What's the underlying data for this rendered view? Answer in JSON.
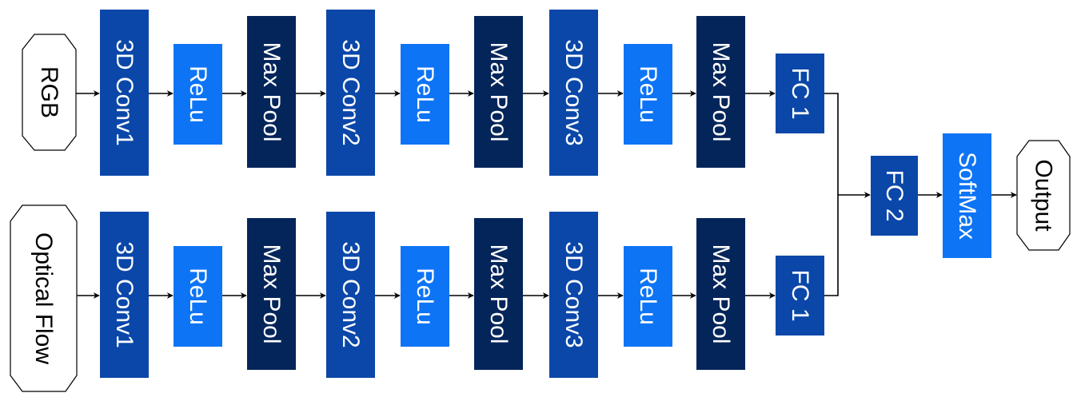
{
  "colors": {
    "conv": "#0a47a9",
    "relu": "#0d74f5",
    "pool": "#04255a",
    "fc": "#0a47a9",
    "softmax": "#0d74f5",
    "text_on_block": "#ffffff",
    "text_on_terminal": "#000000",
    "arrow": "#000000"
  },
  "streams": {
    "top": {
      "input": "RGB",
      "layers": [
        "3D Conv1",
        "ReLu",
        "Max Pool",
        "3D Conv2",
        "ReLu",
        "Max Pool",
        "3D Conv3",
        "ReLu",
        "Max Pool",
        "FC 1"
      ]
    },
    "bottom": {
      "input": "Optical Flow",
      "layers": [
        "3D Conv1",
        "ReLu",
        "Max Pool",
        "3D Conv2",
        "ReLu",
        "Max Pool",
        "3D Conv3",
        "ReLu",
        "Max Pool",
        "FC 1"
      ]
    }
  },
  "fusion": {
    "fc2": "FC 2",
    "softmax": "SoftMax",
    "output": "Output"
  }
}
